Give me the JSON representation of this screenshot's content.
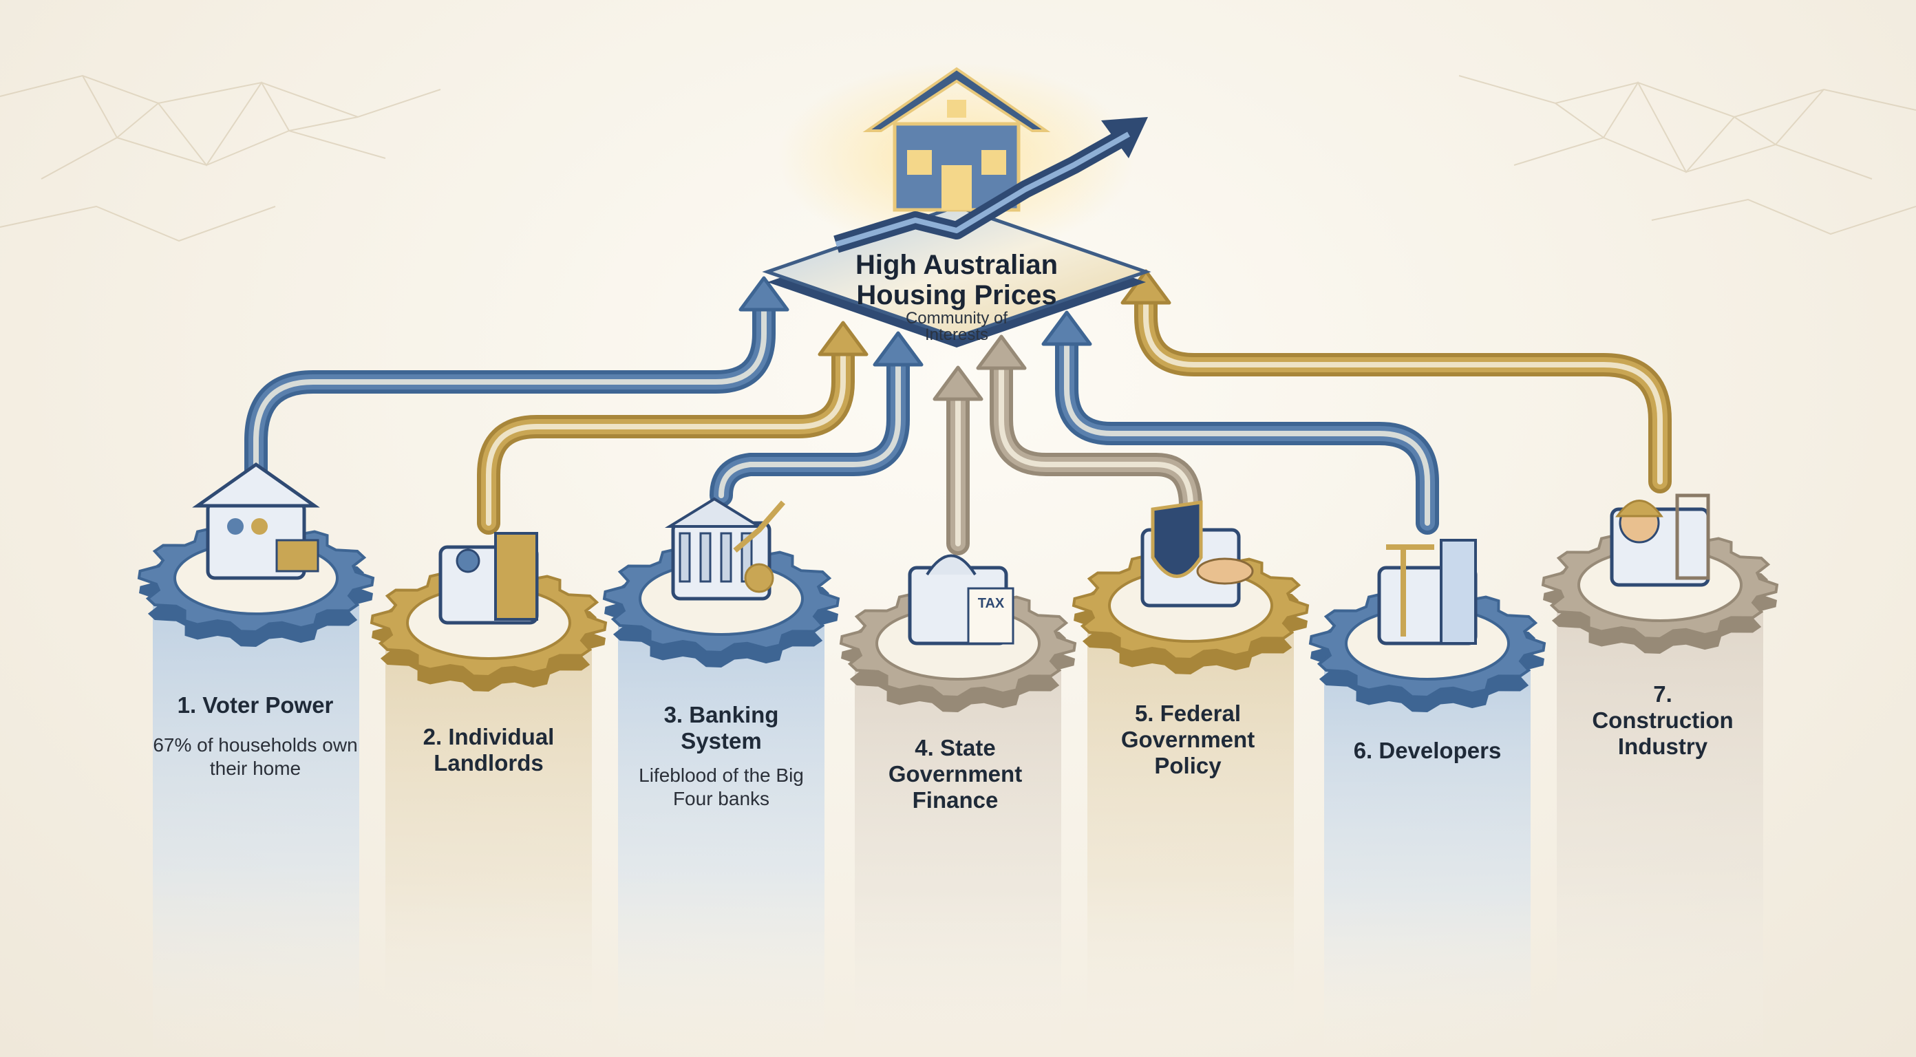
{
  "hub": {
    "title_line1": "High Australian",
    "title_line2": "Housing Prices",
    "subtitle_line1": "Community of",
    "subtitle_line2": "Interests"
  },
  "pillars": [
    {
      "title": "1. Voter Power",
      "description": "67% of households own their home",
      "color": "blue",
      "icon": "family-house-ballot-icon"
    },
    {
      "title": "2. Individual Landlords",
      "description": "",
      "color": "gold",
      "icon": "landlord-keys-building-icon"
    },
    {
      "title": "3. Banking System",
      "description": "Lifeblood of the Big Four banks",
      "color": "blue",
      "icon": "bank-coins-growth-icon"
    },
    {
      "title": "4. State Government Finance",
      "description": "",
      "color": "grey",
      "icon": "government-building-tax-icon"
    },
    {
      "title": "5. Federal Government Policy",
      "description": "",
      "color": "gold",
      "icon": "shield-handshake-icon"
    },
    {
      "title": "6. Developers",
      "description": "",
      "color": "blue",
      "icon": "crane-towers-blueprint-icon"
    },
    {
      "title": "7. Construction Industry",
      "description": "",
      "color": "grey",
      "icon": "worker-scaffold-tools-icon"
    }
  ],
  "colors": {
    "blue": "#5a80ad",
    "gold": "#c9a654",
    "grey": "#b8ab98",
    "navy": "#2f4a73",
    "text": "#1f2a38"
  }
}
